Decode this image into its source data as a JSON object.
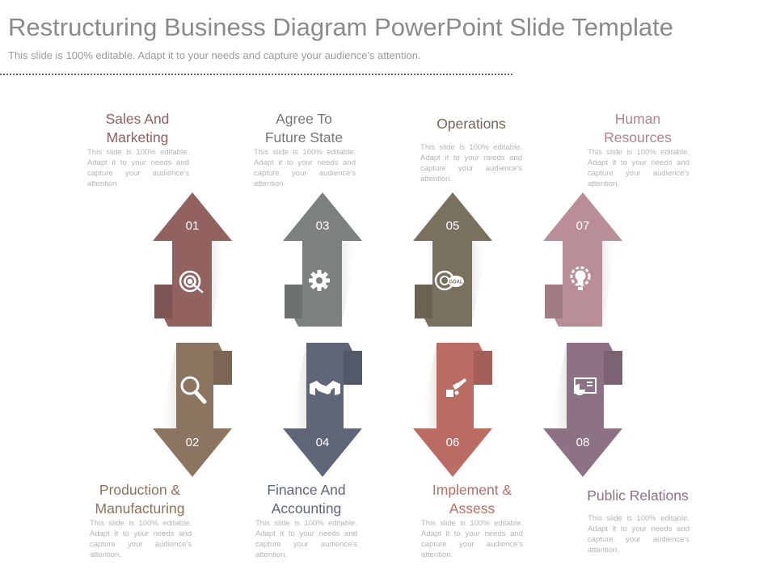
{
  "slide": {
    "title": "Restructuring Business Diagram PowerPoint Slide Template",
    "subtitle": "This slide is 100% editable. Adapt it to your needs and capture your audience's attention."
  },
  "colors": {
    "01": "#91625f",
    "02": "#8c7560",
    "03": "#7d817e",
    "04": "#5f6677",
    "05": "#79715e",
    "06": "#ba6c63",
    "07": "#b98e96",
    "08": "#8d7185"
  },
  "items": [
    {
      "number": "01",
      "title": "Sales And Marketing",
      "title_lines": [
        "Sales And",
        "Marketing"
      ],
      "text": "This slide is 100% editable. Adapt it to your needs and capture your audience's attention.",
      "icon": "target-icon"
    },
    {
      "number": "02",
      "title": "Production & Manufacturing",
      "title_lines": [
        "Production &",
        "Manufacturing"
      ],
      "text": "This slide is 100% editable. Adapt it to your needs and capture your audience's attention.",
      "icon": "magnifier-icon"
    },
    {
      "number": "03",
      "title": "Agree To Future State",
      "title_lines": [
        "Agree To",
        "Future State"
      ],
      "text": "This slide is 100% editable. Adapt it to your needs and capture your audience's attention.",
      "icon": "gear-icon"
    },
    {
      "number": "04",
      "title": "Finance And Accounting",
      "title_lines": [
        "Finance And",
        "Accounting"
      ],
      "text": "This slide is 100% editable. Adapt it to your needs and capture your audience's attention.",
      "icon": "handshake-icon"
    },
    {
      "number": "05",
      "title": "Operations",
      "title_lines": [
        "Operations"
      ],
      "text": "This slide is 100% editable. Adapt it to your needs and capture your audience's attention.",
      "icon": "goal-icon",
      "icon_text": "GOAL"
    },
    {
      "number": "06",
      "title": "Implement & Assess",
      "title_lines": [
        "Implement &",
        "Assess"
      ],
      "text": "This slide is 100% editable. Adapt it to your needs and capture your audience's attention.",
      "icon": "puzzle-hand-icon"
    },
    {
      "number": "07",
      "title": "Human Resources",
      "title_lines": [
        "Human",
        "Resources"
      ],
      "text": "This slide is 100% editable. Adapt it to your needs and capture your audience's attention.",
      "icon": "lightbulb-gear-icon"
    },
    {
      "number": "08",
      "title": "Public Relations",
      "title_lines": [
        "Public Relations"
      ],
      "text": "This slide is 100% editable. Adapt it to your needs and capture your audience's attention.",
      "icon": "presentation-chart-icon"
    }
  ]
}
